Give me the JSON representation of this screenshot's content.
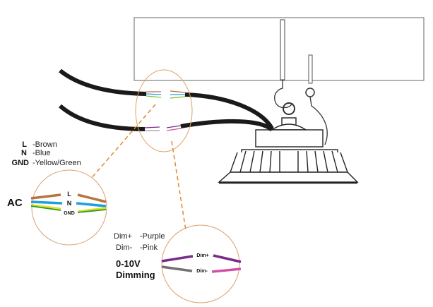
{
  "legend_ac": [
    {
      "code": "L",
      "desc": "-Brown",
      "color": "#b8733e"
    },
    {
      "code": "N",
      "desc": "-Blue",
      "color": "#1ea0e0"
    },
    {
      "code": "GND",
      "desc": "-Yellow/Green",
      "color": "#2a9a2a"
    }
  ],
  "ac_label": "AC",
  "ac_wires": {
    "l": "L",
    "n": "N",
    "gnd": "GND"
  },
  "legend_dim": [
    {
      "code": "Dim+",
      "desc": "-Purple",
      "color": "#7a2a8a"
    },
    {
      "code": "Dim-",
      "desc": "-Pink",
      "color": "#d050a8"
    }
  ],
  "dim_title_1": "0-10V",
  "dim_title_2": "Dimming",
  "dim_wires": {
    "plus": "Dim+",
    "minus": "Dim-"
  },
  "colors": {
    "callout": "#e08a2a",
    "gray_wire": "#707070"
  }
}
